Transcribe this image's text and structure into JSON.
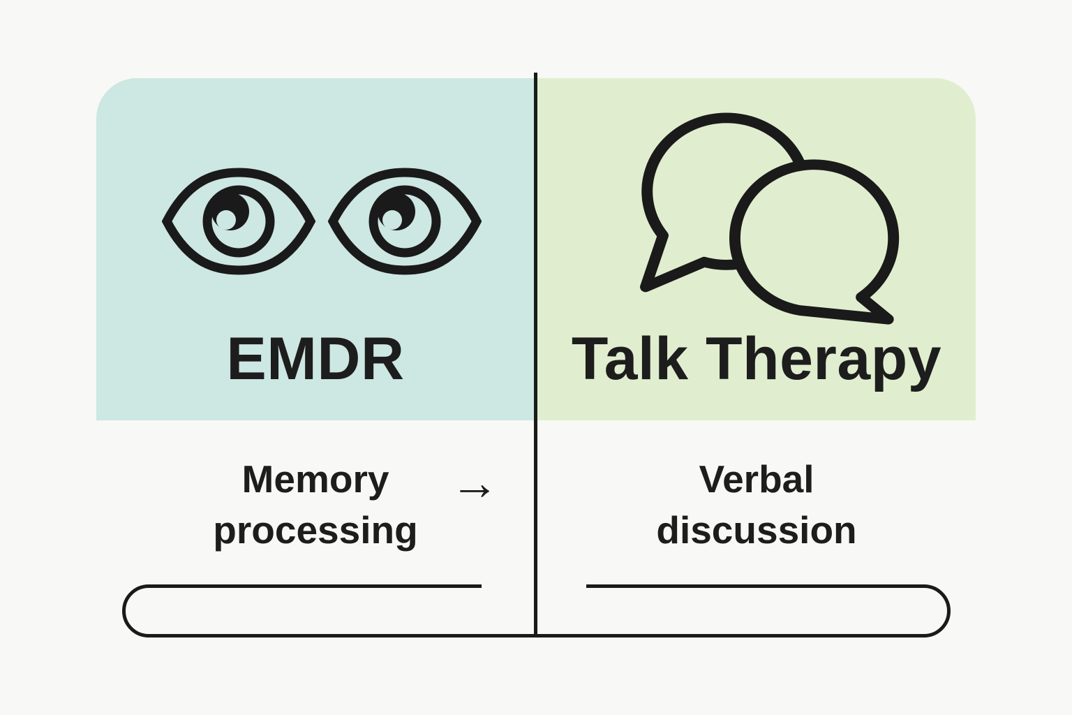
{
  "colors": {
    "page_bg": "#f8f8f6",
    "ink": "#1a1a1a",
    "text": "#1d1d1d",
    "left_panel_bg": "#cde7e2",
    "right_panel_bg": "#e0eecf"
  },
  "left_column": {
    "title": "EMDR",
    "icon": "eyes-icon",
    "label_lines": [
      "Memory",
      "processing"
    ]
  },
  "right_column": {
    "title": "Talk Therapy",
    "icon": "speech-bubbles-icon",
    "label_lines": [
      "Verbal",
      "discussion"
    ]
  },
  "arrow_glyph": "→"
}
